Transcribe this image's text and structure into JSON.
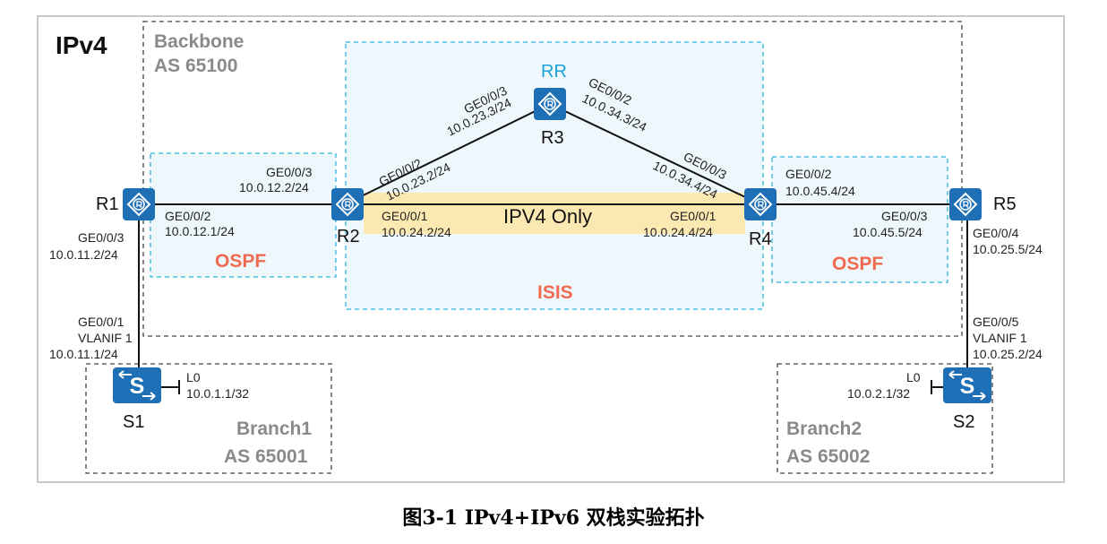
{
  "title": "IPv4",
  "caption": "图3-1  IPv4+IPv6 双栈实验拓扑",
  "areas": {
    "backbone": {
      "line1": "Backbone",
      "line2": "AS 65100"
    },
    "branch1": {
      "line1": "Branch1",
      "line2": "AS 65001"
    },
    "branch2": {
      "line1": "Branch2",
      "line2": "AS 65002"
    },
    "ospf_left": "OSPF",
    "ospf_right": "OSPF",
    "isis": "ISIS",
    "ipv4_only": "IPV4 Only",
    "rr": "RR"
  },
  "nodes": {
    "r1": "R1",
    "r2": "R2",
    "r3": "R3",
    "r4": "R4",
    "r5": "R5",
    "s1": "S1",
    "s2": "S2"
  },
  "interfaces": {
    "r1_r2_r1": {
      "port": "GE0/0/2",
      "ip": "10.0.12.1/24"
    },
    "r1_r2_r2": {
      "port": "GE0/0/3",
      "ip": "10.0.12.2/24"
    },
    "r2_r3_r2": {
      "port": "GE0/0/2",
      "ip": "10.0.23.2/24"
    },
    "r2_r3_r3": {
      "port": "GE0/0/3",
      "ip": "10.0.23.3/24"
    },
    "r3_r4_r3": {
      "port": "GE0/0/2",
      "ip": "10.0.34.3/24"
    },
    "r3_r4_r4": {
      "port": "GE0/0/3",
      "ip": "10.0.34.4/24"
    },
    "r2_r4_r2": {
      "port": "GE0/0/1",
      "ip": "10.0.24.2/24"
    },
    "r2_r4_r4": {
      "port": "GE0/0/1",
      "ip": "10.0.24.4/24"
    },
    "r4_r5_r4": {
      "port": "GE0/0/2",
      "ip": "10.0.45.4/24"
    },
    "r4_r5_r5": {
      "port": "GE0/0/3",
      "ip": "10.0.45.5/24"
    },
    "r1_s1_r1": {
      "port": "GE0/0/3",
      "ip": "10.0.11.2/24"
    },
    "r1_s1_s1": {
      "port": "GE0/0/1",
      "vlan": "VLANIF 1",
      "ip": "10.0.11.1/24"
    },
    "r5_s2_r5": {
      "port": "GE0/0/4",
      "ip": "10.0.25.5/24"
    },
    "r5_s2_s2": {
      "port": "GE0/0/5",
      "vlan": "VLANIF 1",
      "ip": "10.0.25.2/24"
    },
    "s1_lo": {
      "name": "L0",
      "ip": "10.0.1.1/32"
    },
    "s2_lo": {
      "name": "L0",
      "ip": "10.0.2.1/32"
    }
  },
  "colors": {
    "device": "#1e6fb5",
    "area_border": "#2cb5d9",
    "area_fill": "#eef8fc",
    "ipv4_only_fill": "#fde6a8",
    "proto_text": "#ef6a50",
    "as_text": "#8a8a8a",
    "rr_text": "#1aa3d8"
  }
}
